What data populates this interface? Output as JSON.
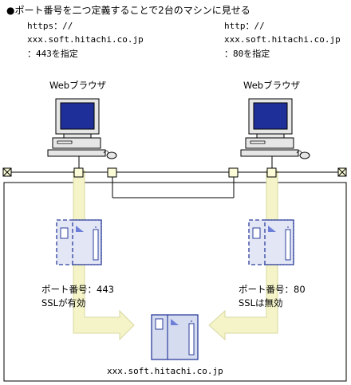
{
  "title": "●ポート番号を二つ定義することで2台のマシンに見せる",
  "left_client": {
    "protocol": "https：//",
    "host": "xxx.soft.hitachi.co.jp",
    "port_note": "：443を指定",
    "label": "Webブラウザ"
  },
  "right_client": {
    "protocol": "http：//",
    "host": "xxx.soft.hitachi.co.jp",
    "port_note": "：80を指定",
    "label": "Webブラウザ"
  },
  "left_server": {
    "port_label": "ポート番号：443",
    "ssl_label": "SSLが有効"
  },
  "right_server": {
    "port_label": "ポート番号：80",
    "ssl_label": "SSLは無効"
  },
  "machine_label": "xxx.soft.hitachi.co.jp",
  "colors": {
    "flow_arrow": "#f4f4c8",
    "flow_arrow_edge": "#d8d8a0",
    "monitor_screen": "#1f2f9a",
    "monitor_body": "#e6e6e6",
    "node_fill": "#fbfbd8",
    "server_fill": "#d6dcef",
    "server_accent": "#2b3c9c"
  }
}
